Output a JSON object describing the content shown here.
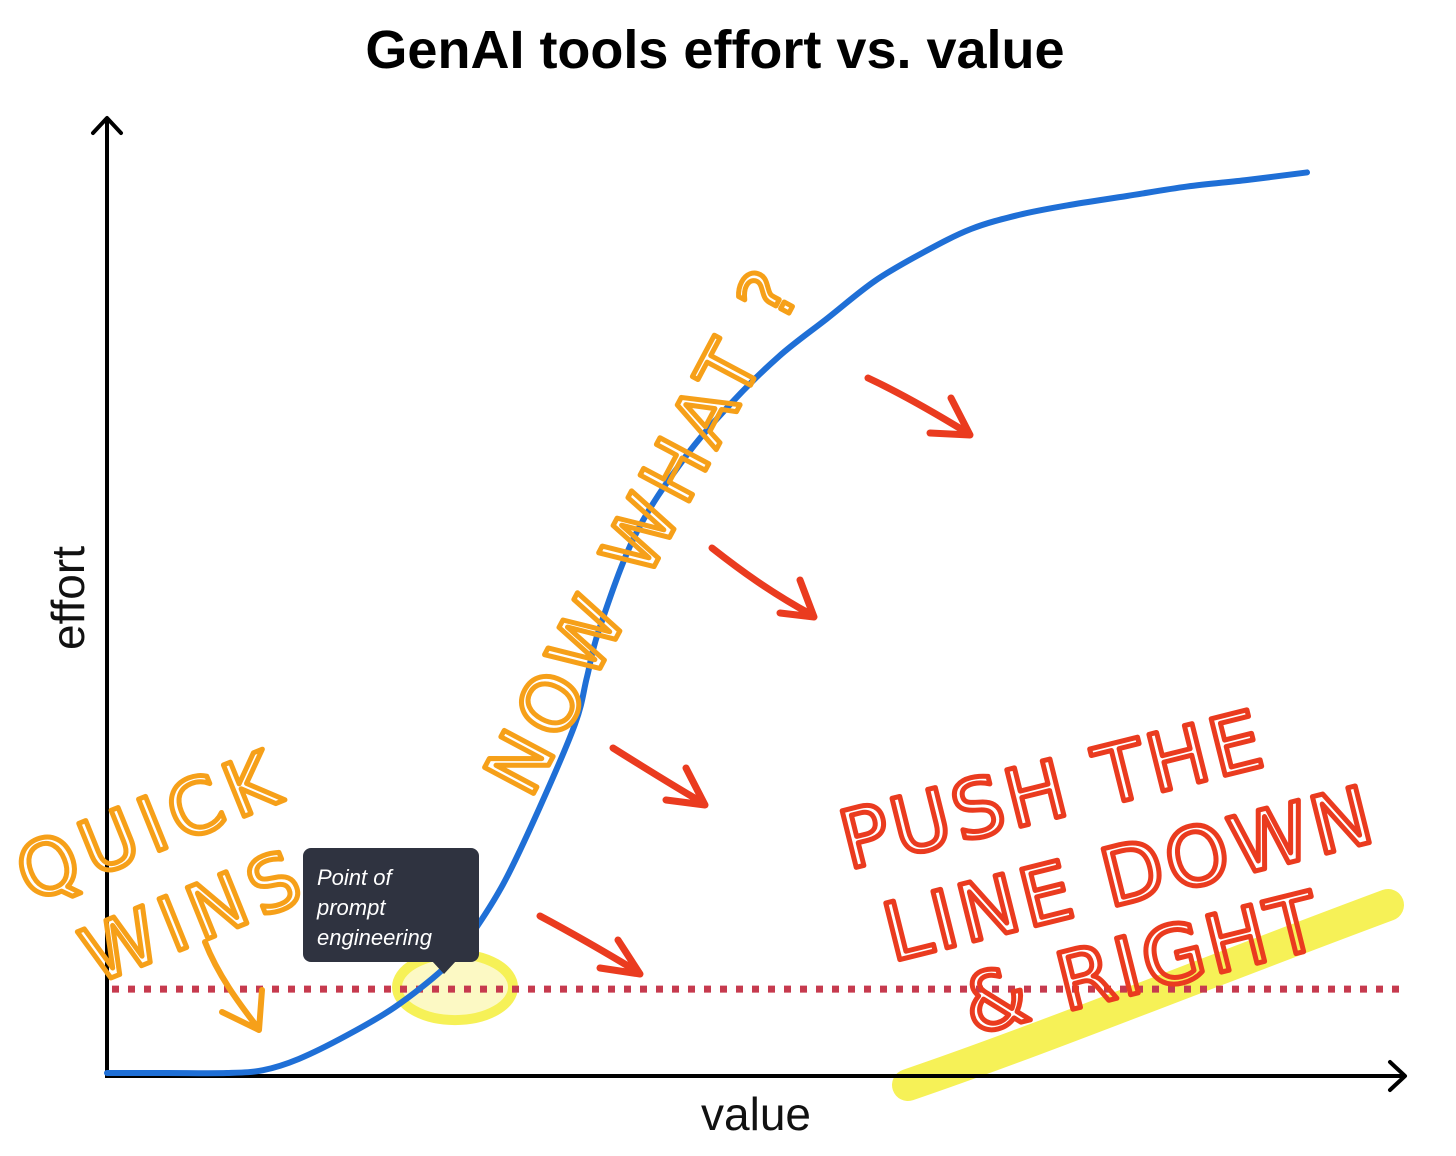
{
  "chart_data": {
    "type": "line",
    "title": "GenAI tools effort vs. value",
    "xlabel": "value",
    "ylabel": "effort",
    "xlim": [
      0,
      1
    ],
    "ylim": [
      0,
      1
    ],
    "grid": false,
    "axis_ticks": false,
    "series": [
      {
        "color": "#1f6fd6",
        "x": [
          0,
          0.05,
          0.1,
          0.13,
          0.16,
          0.2,
          0.24,
          0.28,
          0.3,
          0.33,
          0.36,
          0.39,
          0.4,
          0.41,
          0.44,
          0.48,
          0.52,
          0.56,
          0.6,
          0.64,
          0.68,
          0.72,
          0.76,
          0.8,
          0.85,
          0.9,
          0.95,
          1.0
        ],
        "y": [
          0,
          0,
          0,
          0.003,
          0.015,
          0.04,
          0.07,
          0.11,
          0.14,
          0.2,
          0.28,
          0.37,
          0.42,
          0.47,
          0.57,
          0.65,
          0.71,
          0.76,
          0.8,
          0.84,
          0.87,
          0.895,
          0.91,
          0.92,
          0.93,
          0.94,
          0.947,
          0.955
        ]
      }
    ],
    "reference_line": {
      "y": 0.089,
      "style": "dotted",
      "color": "#c63a4e"
    },
    "highlight_point": {
      "x": 0.285,
      "y": 0.089,
      "color": "#f5ef3a"
    },
    "callout": {
      "lines": [
        "Point of",
        "prompt",
        "engineering"
      ],
      "background": "#2f3340",
      "text_color": "#ffffff"
    },
    "annotations": {
      "quick_wins": [
        "QUICK",
        "WINS"
      ],
      "now_what": "NOW WHAT ?",
      "push": [
        "PUSH THE",
        "LINE DOWN",
        "& RIGHT"
      ],
      "orange_color": "#f6a019",
      "red_color": "#ea3b1f",
      "highlight_color": "#f5ef3a"
    }
  }
}
